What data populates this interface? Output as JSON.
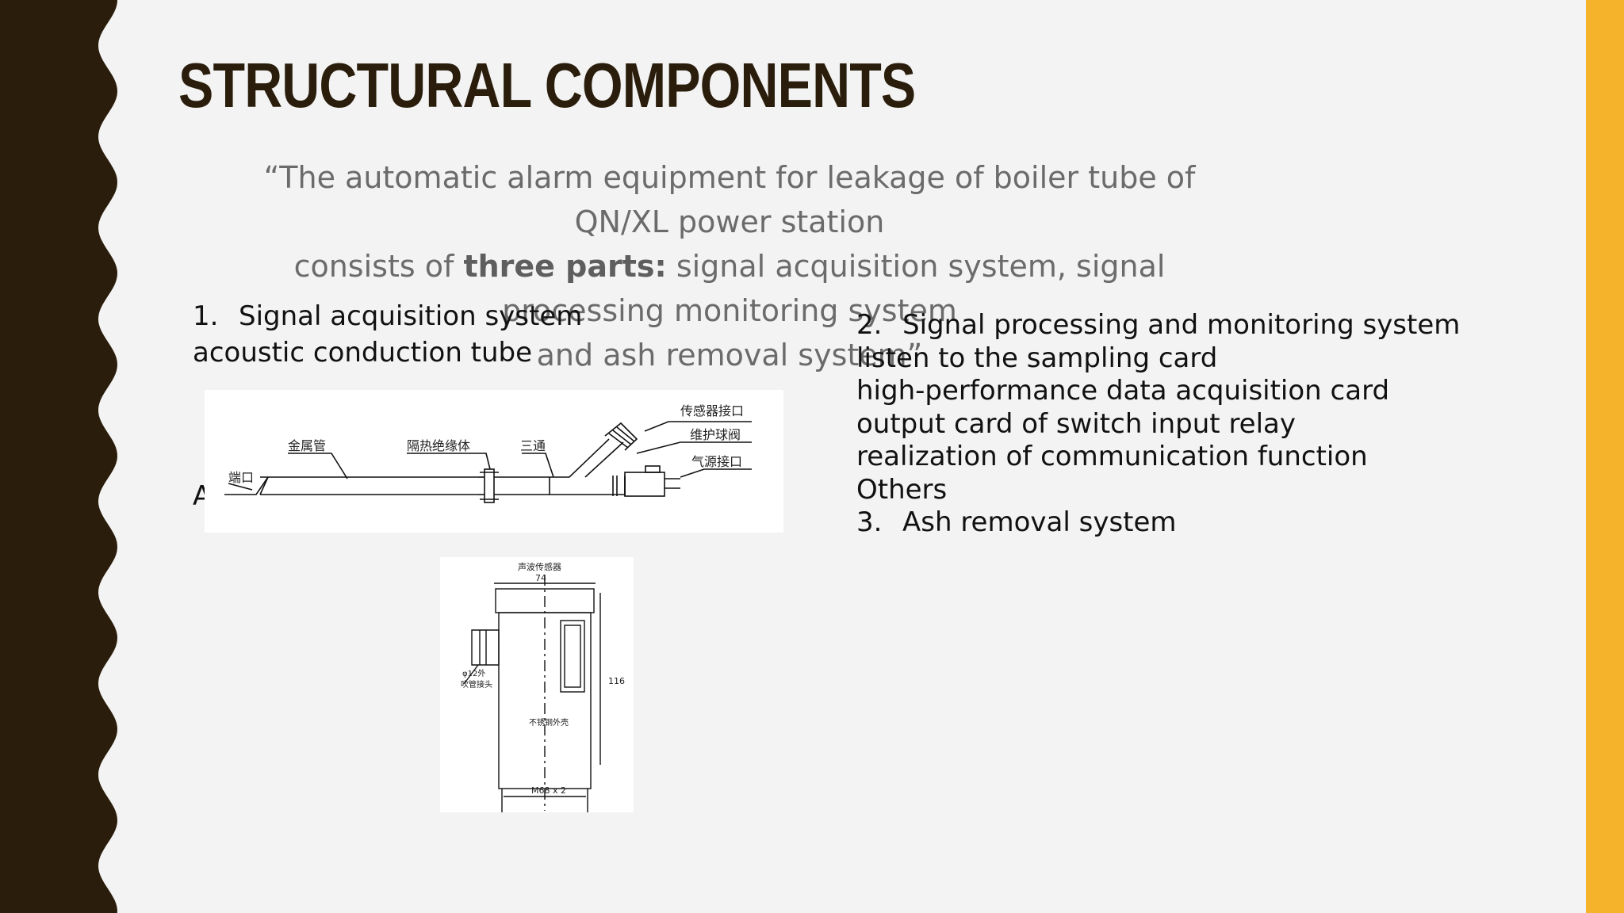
{
  "slide": {
    "title": "STRUCTURAL COMPONENTS",
    "quote": {
      "line1": "“The automatic alarm equipment for leakage of boiler tube of QN/XL power station",
      "line2_before": "consists of ",
      "line2_bold": "three parts:",
      "line2_after": " signal acquisition system, signal processing monitoring system",
      "line3": "and ash removal system”"
    },
    "section1": {
      "number": "1.",
      "heading": "Signal acquisition system",
      "item": "acoustic conduction tube",
      "stray_char": "A"
    },
    "section2": {
      "number": "2.",
      "heading": "Signal processing and monitoring system",
      "items": [
        "listen to the sampling card",
        "high-performance data acquisition card",
        "output card of switch input relay",
        "realization of communication function",
        "Others"
      ]
    },
    "section3": {
      "number": "3.",
      "heading": "Ash removal system"
    },
    "pipe_diagram": {
      "labels": {
        "port": "端口",
        "metal_tube": "金属管",
        "insulator": "隔热绝缘体",
        "tee": "三通",
        "sensor_port": "传感器接口",
        "ball_valve": "维护球阀",
        "air_port": "气源接口"
      }
    },
    "sensor_diagram": {
      "labels": {
        "top": "声波传感器",
        "width_dim": "74",
        "height_dim": "116",
        "side": "φ12外",
        "side2": "吹管接头",
        "shell": "不锈钢外壳",
        "thread": "M68 x 2"
      }
    }
  },
  "colors": {
    "left_band": "#2a1d0b",
    "right_band": "#f5b32b",
    "background": "#f3f3f3",
    "title": "#2a1d0b",
    "quote": "#6b6b6b"
  }
}
